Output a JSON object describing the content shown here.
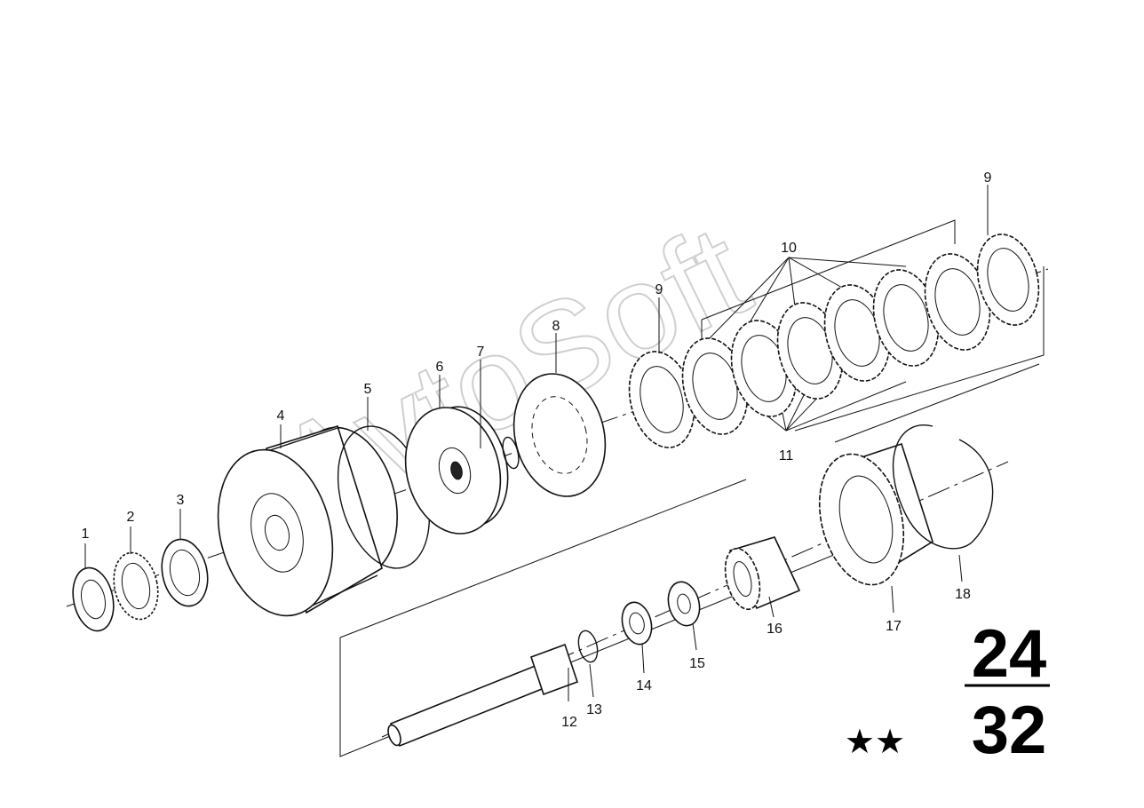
{
  "diagram": {
    "watermark": "AvtoSoft",
    "labels": [
      "1",
      "2",
      "3",
      "4",
      "5",
      "6",
      "7",
      "8",
      "9",
      "10",
      "9",
      "11",
      "12",
      "13",
      "14",
      "15",
      "16",
      "17",
      "18"
    ],
    "group": {
      "top": "24",
      "bottom": "32"
    },
    "marking": "★★"
  }
}
